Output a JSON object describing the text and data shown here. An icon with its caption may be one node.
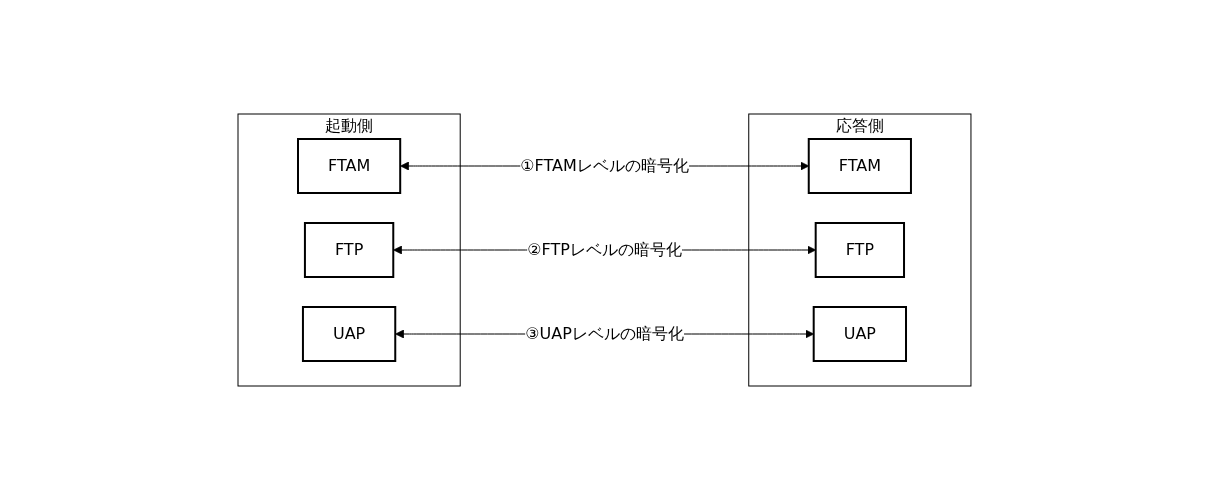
{
  "diagram": {
    "nodes": [
      {
        "text": [
          "起動側"
        ]
      },
      {
        "text": [
          "UAP"
        ],
        "in": 0
      },
      {
        "text": [
          "FTP"
        ],
        "in": 0
      },
      {
        "text": [
          "FTAM"
        ],
        "in": 0
      },
      {
        "text": [
          "応答側"
        ]
      },
      {
        "text": [
          "FTAM"
        ],
        "in": 4
      },
      {
        "text": [
          "FTP"
        ],
        "in": 4
      },
      {
        "text": [
          "UAP"
        ],
        "in": 4
      }
    ],
    "edges": [
      {
        "from": 3,
        "to": 5,
        "arrow": "both",
        "label": "①FTAMレベルの暗号化"
      },
      {
        "from": 2,
        "to": 6,
        "arrow": "both",
        "label": "②FTPレベルの暗号化"
      },
      {
        "from": 1,
        "to": 7,
        "arrow": "both",
        "label": "③UAPレベルの暗号化"
      }
    ]
  }
}
